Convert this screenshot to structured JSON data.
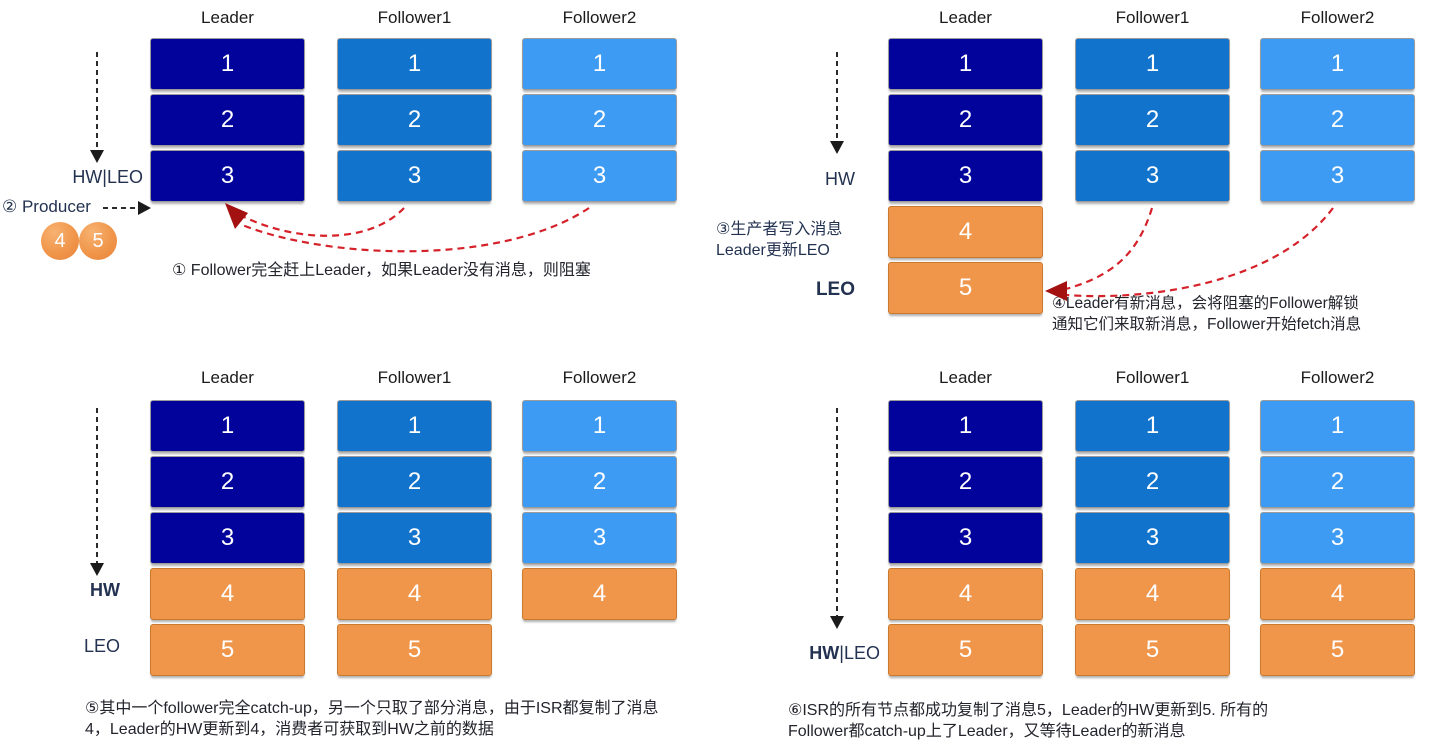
{
  "palette": {
    "leader_block": "#01039B",
    "follower1_block": "#1173CB",
    "follower2_block": "#3D9BF3",
    "new_message_block": "#F0964B",
    "replication_arrow_red": "#D5222A",
    "label_text": "#233250"
  },
  "panels": [
    {
      "id": "step1",
      "headers": [
        "Leader",
        "Follower1",
        "Follower2"
      ],
      "columns": [
        {
          "role": "leader",
          "blocks": [
            "1",
            "2",
            "3"
          ]
        },
        {
          "role": "follower1",
          "blocks": [
            "1",
            "2",
            "3"
          ]
        },
        {
          "role": "follower2",
          "blocks": [
            "1",
            "2",
            "3"
          ]
        }
      ],
      "labels": {
        "hw": "HW|LEO",
        "producer": "② Producer",
        "pending": [
          "4",
          "5"
        ]
      },
      "caption": "① Follower完全赶上Leader，如果Leader没有消息，则阻塞"
    },
    {
      "id": "step2",
      "headers": [
        "Leader",
        "Follower1",
        "Follower2"
      ],
      "columns": [
        {
          "role": "leader",
          "blocks": [
            "1",
            "2",
            "3",
            "4",
            "5"
          ]
        },
        {
          "role": "follower1",
          "blocks": [
            "1",
            "2",
            "3"
          ]
        },
        {
          "role": "follower2",
          "blocks": [
            "1",
            "2",
            "3"
          ]
        }
      ],
      "labels": {
        "hw": "HW",
        "note": "③生产者写入消息\nLeader更新LEO",
        "leo": "LEO"
      },
      "caption": "④Leader有新消息，会将阻塞的Follower解锁\n通知它们来取新消息，Follower开始fetch消息"
    },
    {
      "id": "step3",
      "headers": [
        "Leader",
        "Follower1",
        "Follower2"
      ],
      "columns": [
        {
          "role": "leader",
          "blocks": [
            "1",
            "2",
            "3",
            "4",
            "5"
          ]
        },
        {
          "role": "follower1",
          "blocks": [
            "1",
            "2",
            "3",
            "4",
            "5"
          ]
        },
        {
          "role": "follower2",
          "blocks": [
            "1",
            "2",
            "3",
            "4"
          ]
        }
      ],
      "labels": {
        "hw": "HW",
        "leo": "LEO"
      },
      "caption": "⑤其中一个follower完全catch-up，另一个只取了部分消息，由于ISR都复制了消息4，Leader的HW更新到4，消费者可获取到HW之前的数据"
    },
    {
      "id": "step4",
      "headers": [
        "Leader",
        "Follower1",
        "Follower2"
      ],
      "columns": [
        {
          "role": "leader",
          "blocks": [
            "1",
            "2",
            "3",
            "4",
            "5"
          ]
        },
        {
          "role": "follower1",
          "blocks": [
            "1",
            "2",
            "3",
            "4",
            "5"
          ]
        },
        {
          "role": "follower2",
          "blocks": [
            "1",
            "2",
            "3",
            "4",
            "5"
          ]
        }
      ],
      "labels": {
        "hw": "HW",
        "leo_suffix": "|LEO"
      },
      "caption": "⑥ISR的所有节点都成功复制了消息5，Leader的HW更新到5. 所有的\nFollower都catch-up上了Leader，又等待Leader的新消息"
    }
  ]
}
